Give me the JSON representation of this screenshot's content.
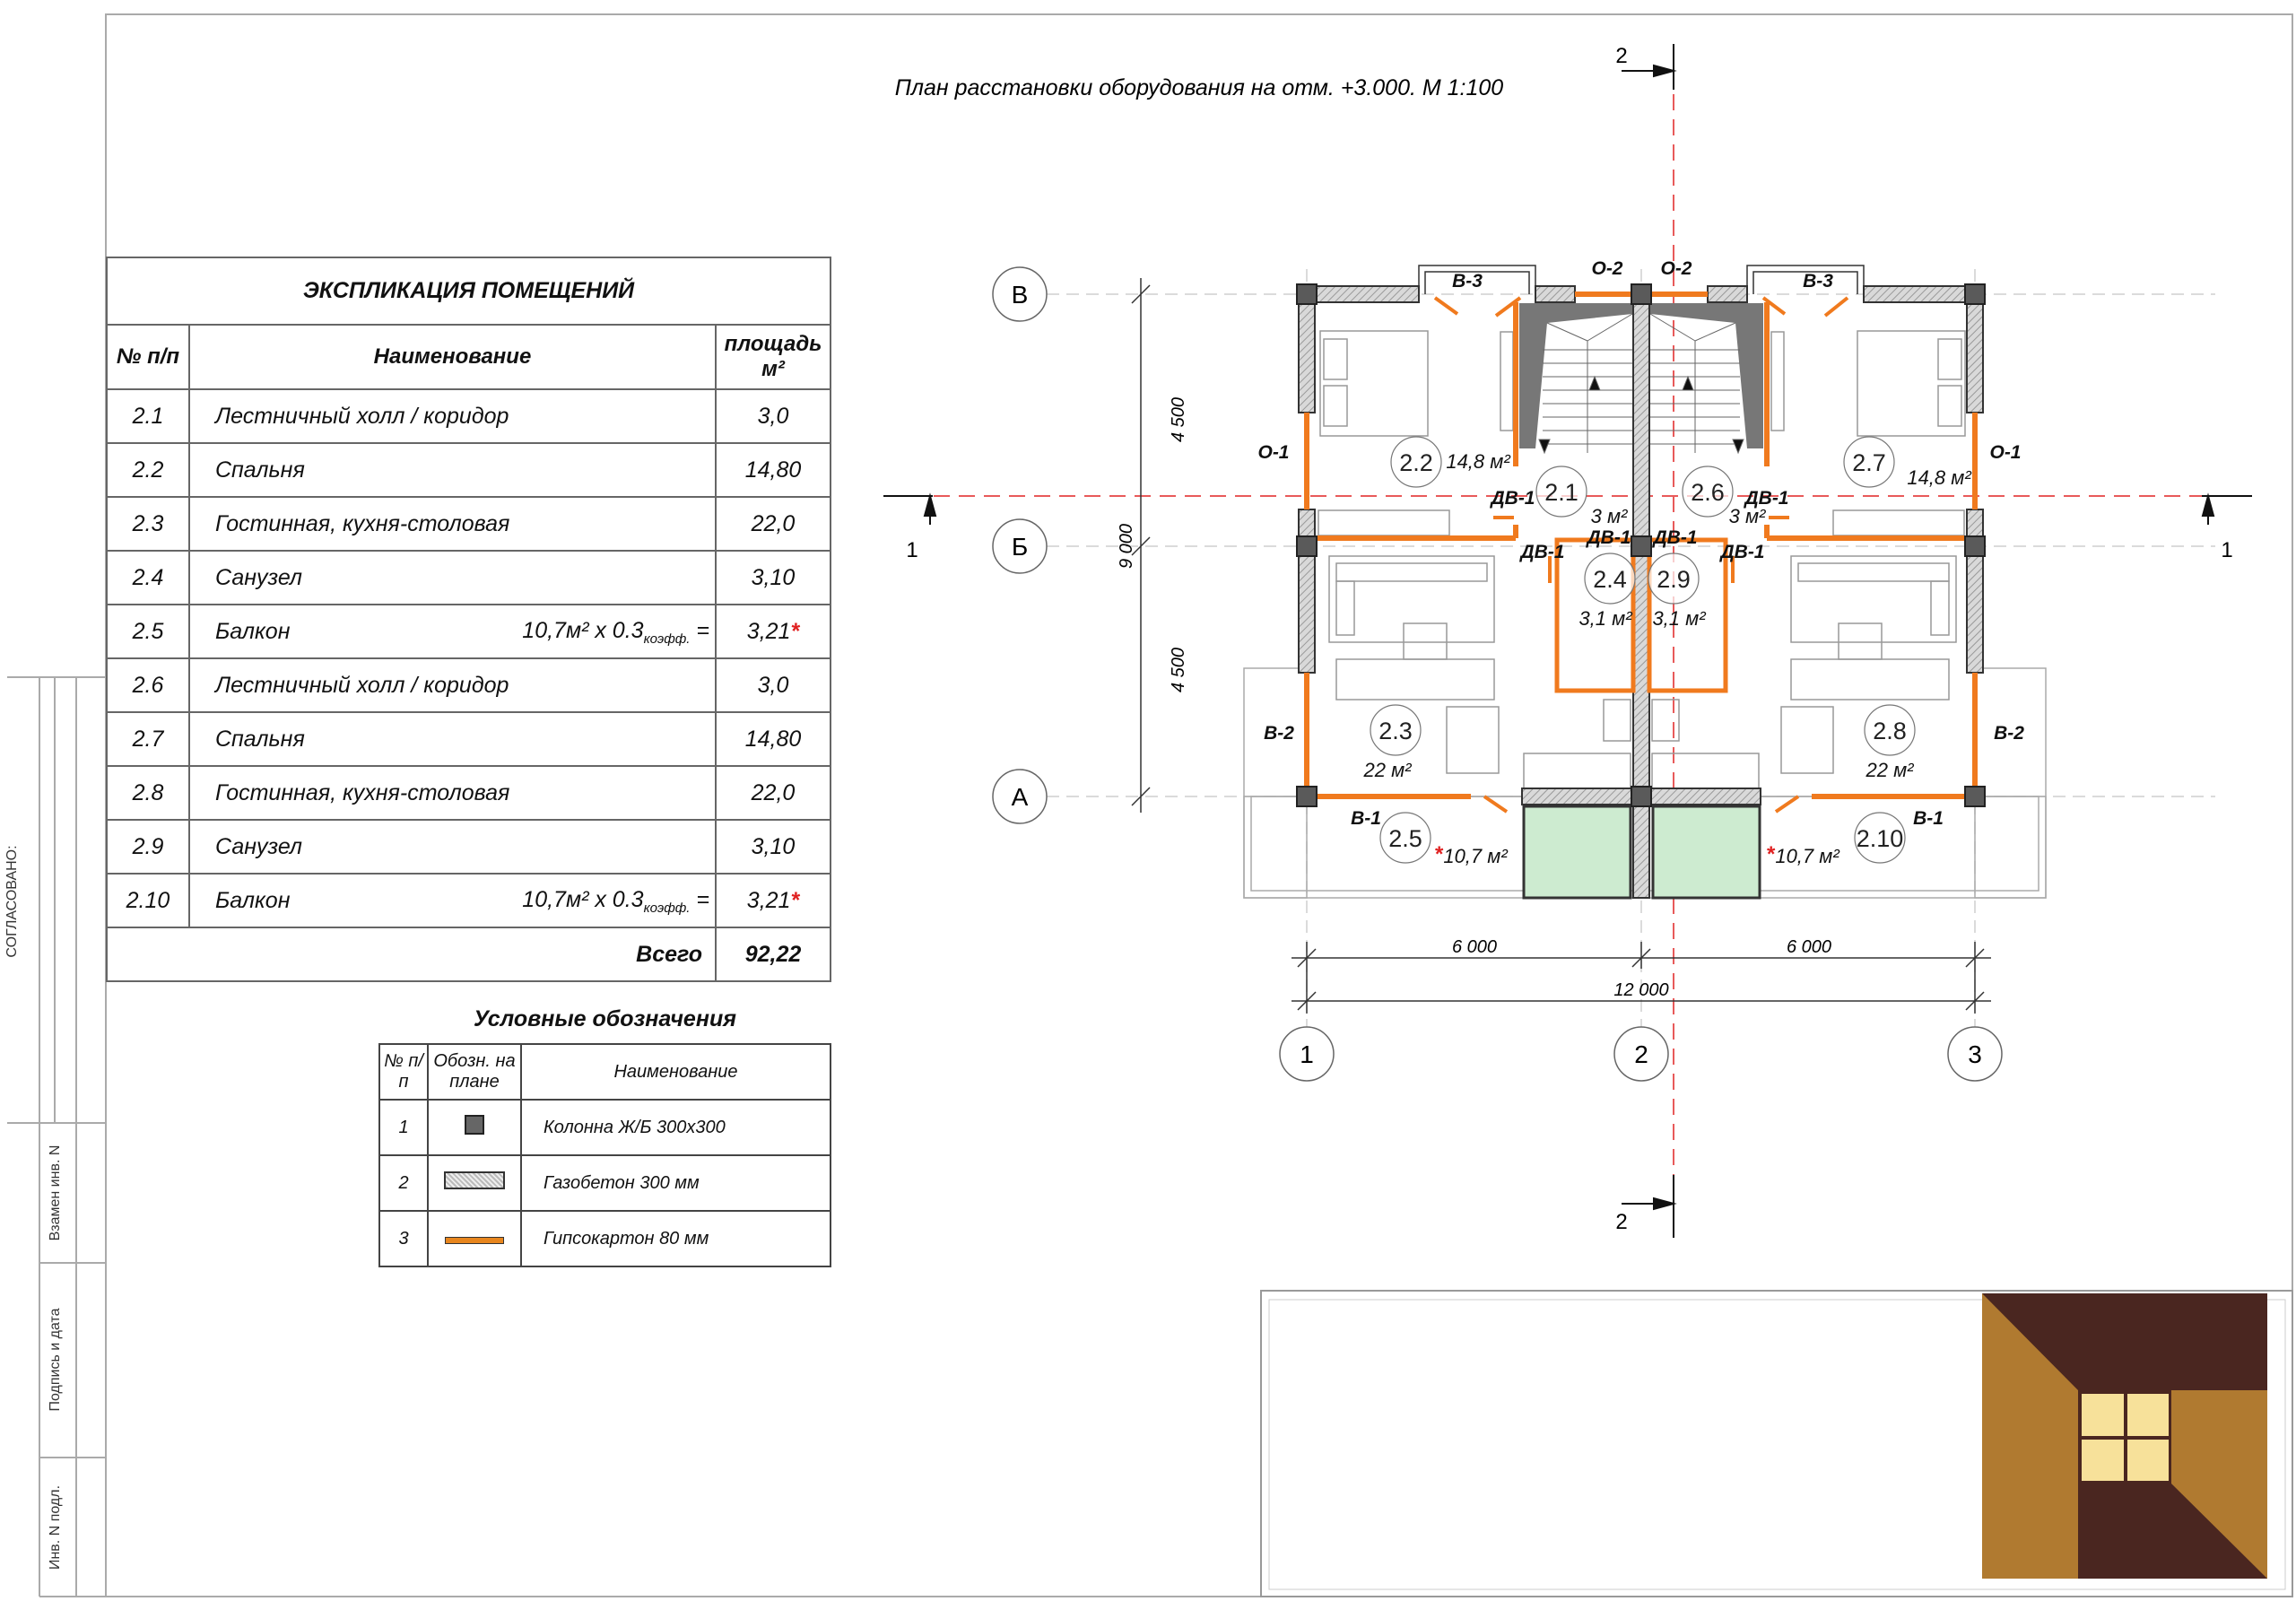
{
  "drawing_title": "План расстановки оборудования на отм. +3.000. М 1:100",
  "explication": {
    "title": "ЭКСПЛИКАЦИЯ ПОМЕЩЕНИЙ",
    "headers": {
      "num": "№ п/п",
      "name": "Наименование",
      "area": "площадь м²"
    },
    "rows": [
      {
        "num": "2.1",
        "name": "Лестничный холл / коридор",
        "area": "3,0"
      },
      {
        "num": "2.2",
        "name": "Спальня",
        "area": "14,80"
      },
      {
        "num": "2.3",
        "name": "Гостинная, кухня-столовая",
        "area": "22,0"
      },
      {
        "num": "2.4",
        "name": "Санузел",
        "area": "3,10"
      },
      {
        "num": "2.5",
        "name": "Балкон",
        "formula": "10,7м² x 0.3",
        "formula_sub": "коэфф.",
        "formula_eq": " =",
        "area": "3,21",
        "mark": "*"
      },
      {
        "num": "2.6",
        "name": "Лестничный холл / коридор",
        "area": "3,0"
      },
      {
        "num": "2.7",
        "name": "Спальня",
        "area": "14,80"
      },
      {
        "num": "2.8",
        "name": "Гостинная, кухня-столовая",
        "area": "22,0"
      },
      {
        "num": "2.9",
        "name": "Санузел",
        "area": "3,10"
      },
      {
        "num": "2.10",
        "name": "Балкон",
        "formula": "10,7м² x 0.3",
        "formula_sub": "коэфф.",
        "formula_eq": " =",
        "area": "3,21",
        "mark": "*"
      }
    ],
    "total_label": "Всего",
    "total_value": "92,22"
  },
  "legend": {
    "title": "Условные обозначения",
    "headers": {
      "num": "№ п/п",
      "symbol": "Обозн. на плане",
      "name": "Наименование"
    },
    "rows": [
      {
        "num": "1",
        "symbol": "column-icon",
        "name": "Колонна Ж/Б 300x300"
      },
      {
        "num": "2",
        "symbol": "gas-concrete-icon",
        "name": "Газобетон 300 мм"
      },
      {
        "num": "3",
        "symbol": "drywall-icon",
        "name": "Гипсокартон 80 мм"
      }
    ]
  },
  "side_stamp": {
    "approved": "СОГЛАСОВАНО:",
    "replaces": "Взамен инв. N",
    "signature": "Подпись и дата",
    "inventory": "Инв. N подл."
  },
  "plan": {
    "axes_rows": [
      "В",
      "Б",
      "А"
    ],
    "axes_cols": [
      "1",
      "2",
      "3"
    ],
    "section_1": "1",
    "section_2": "2",
    "dims": {
      "v1": "4 500",
      "v2": "4 500",
      "vtotal": "9 000",
      "h1": "6 000",
      "h2": "6 000",
      "htotal": "12 000"
    },
    "rooms": [
      {
        "id": "2.1",
        "area": "3 м²"
      },
      {
        "id": "2.2",
        "area": "14,8 м²"
      },
      {
        "id": "2.3",
        "area": "22 м²"
      },
      {
        "id": "2.4",
        "area": "3,1 м²"
      },
      {
        "id": "2.5",
        "area": "10,7 м²",
        "mark": "*"
      },
      {
        "id": "2.6",
        "area": "3 м²"
      },
      {
        "id": "2.7",
        "area": "14,8 м²"
      },
      {
        "id": "2.8",
        "area": "22 м²"
      },
      {
        "id": "2.9",
        "area": "3,1 м²"
      },
      {
        "id": "2.10",
        "area": "10,7 м²",
        "mark": "*"
      }
    ],
    "openings": {
      "v1": "В-1",
      "v2": "В-2",
      "v3": "В-3",
      "o1": "О-1",
      "o2": "О-2",
      "dv1": "ДВ-1"
    }
  },
  "colors": {
    "drywall": "#f07a1e",
    "column": "#5a5a5a",
    "section_line": "#e85a5a",
    "balcony_glass": "#cdebd0",
    "logo_dark": "#4a2620",
    "logo_gold": "#b07a30",
    "logo_window": "#f7e19a"
  }
}
